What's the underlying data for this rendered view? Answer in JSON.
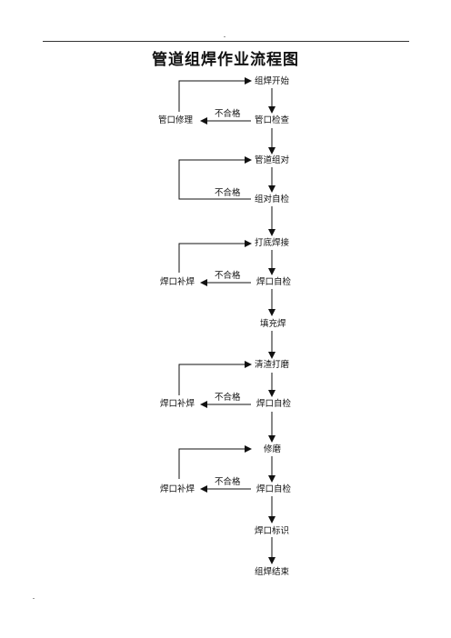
{
  "title": "管道组焊作业流程图",
  "fail_label": "不合格",
  "steps": [
    "组焊开始",
    "管口检查",
    "管道组对",
    "组对自检",
    "打底焊接",
    "焊口自检",
    "填充焊",
    "清渣打磨",
    "焊口自检",
    "修磨",
    "焊口自检",
    "焊口标识",
    "组焊结束"
  ],
  "side_steps": [
    "管口修理",
    "焊口补焊",
    "焊口补焊",
    "焊口补焊"
  ]
}
